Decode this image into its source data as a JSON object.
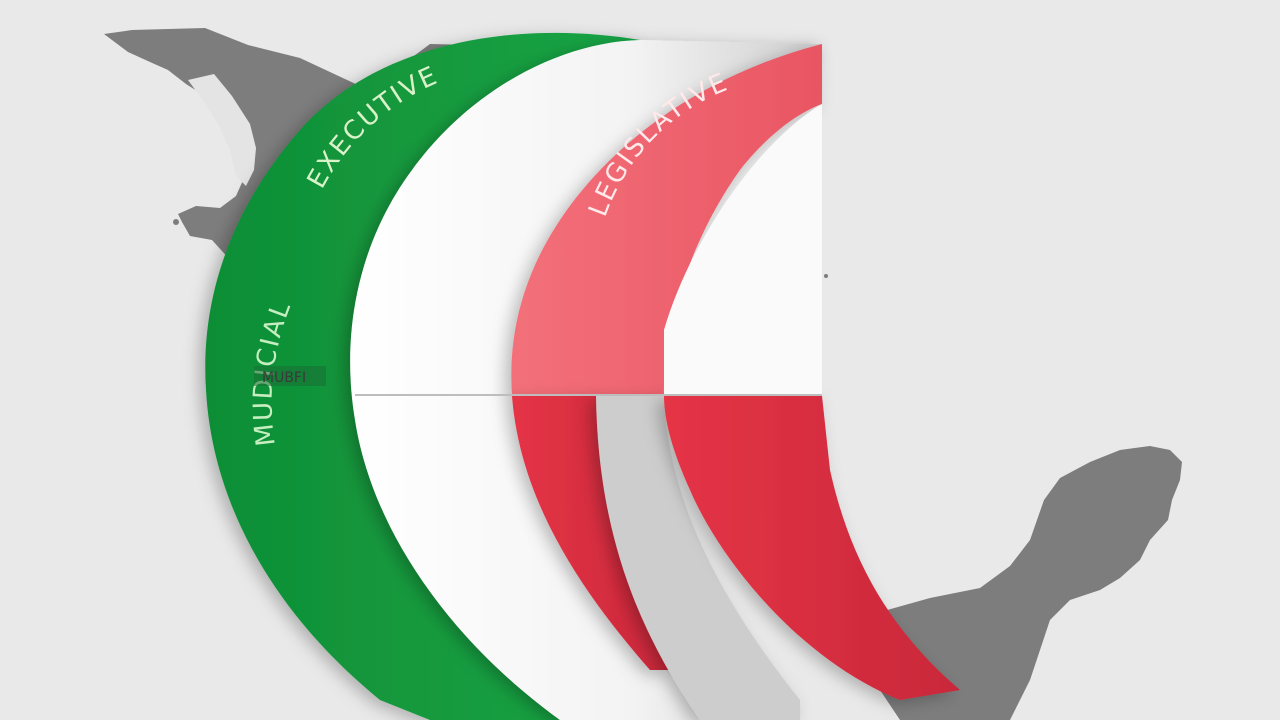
{
  "colors": {
    "background": "#e9e9e9",
    "map": "#7a7a7a",
    "green": "#11973a",
    "white": "#fafafa",
    "red": "#ec3d4c",
    "pink": "#f06a73",
    "label_green": "#d9f2c9",
    "label_pink": "#ffe9ea"
  },
  "labels": {
    "executive": "EXECUTIVE",
    "legislative": "LEGISLATIVE",
    "judicial": "MUDICIAL",
    "small": "MUBFI"
  }
}
